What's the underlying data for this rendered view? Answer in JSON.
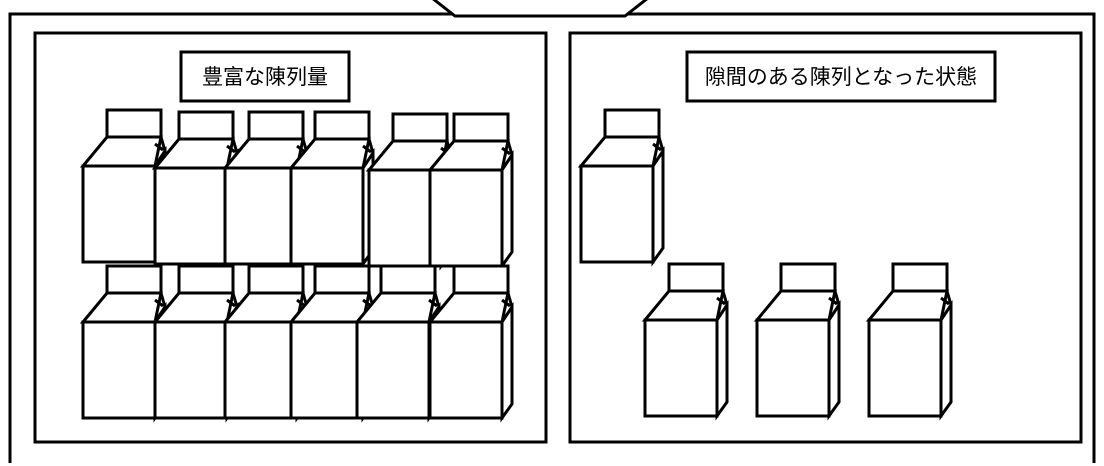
{
  "colors": {
    "stroke": "#000000",
    "fill": "#ffffff"
  },
  "panels": [
    {
      "label": "豊富な陳列量",
      "carton_count": 12
    },
    {
      "label": "隙間のある陳列となった状態",
      "carton_count": 4
    }
  ],
  "icons": {
    "product": "milk-carton-icon"
  }
}
